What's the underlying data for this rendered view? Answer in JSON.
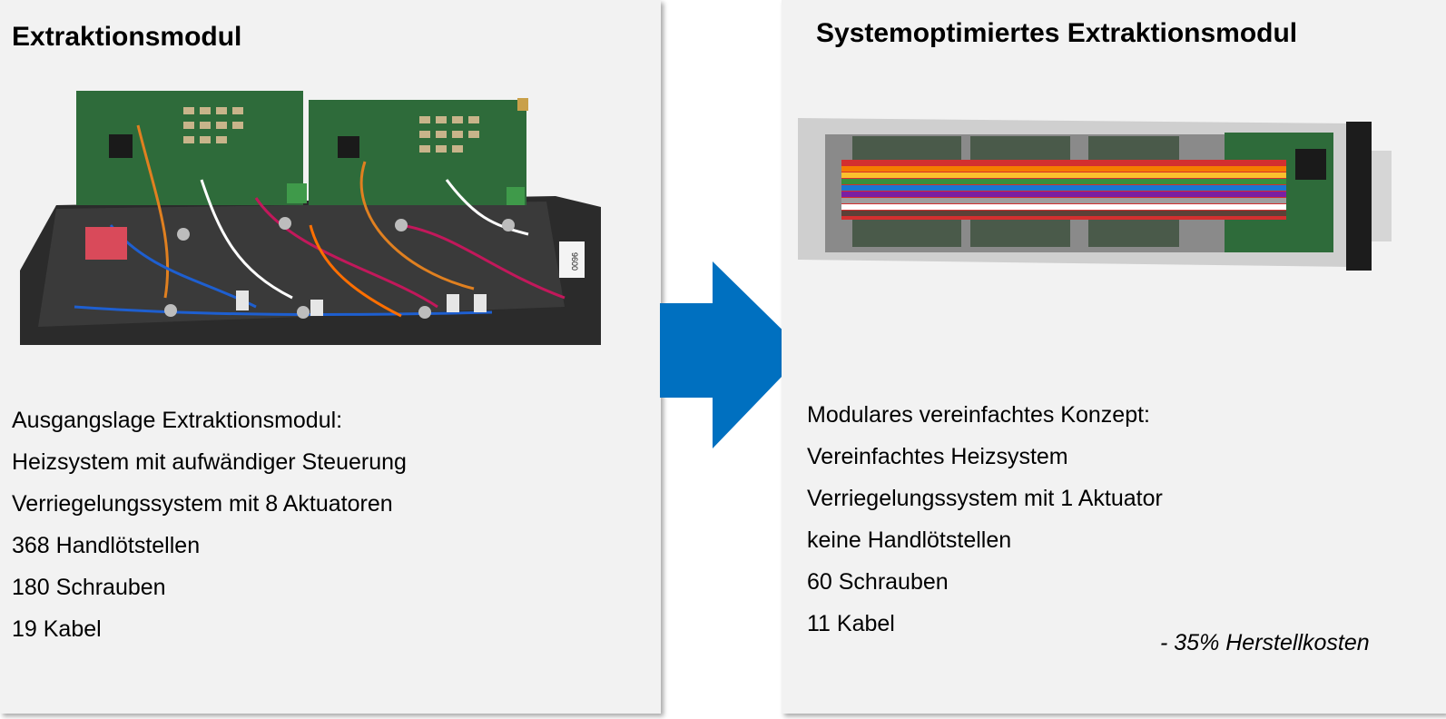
{
  "left": {
    "title": "Extraktionsmodul",
    "photo_label": "9600",
    "items": [
      "Ausgangslage Extraktionsmodul:",
      "Heizsystem mit aufwändiger Steuerung",
      "Verriegelungssystem mit 8 Aktuatoren",
      "368 Handlötstellen",
      "180 Schrauben",
      "19 Kabel"
    ]
  },
  "right": {
    "title": "Systemoptimiertes Extraktionsmodul",
    "items": [
      "Modulares vereinfachtes Konzept:",
      "Vereinfachtes Heizsystem",
      "Verriegelungssystem mit 1 Aktuator",
      "keine Handlötstellen",
      "60 Schrauben",
      "11 Kabel"
    ],
    "cost_note": "- 35% Herstellkosten"
  },
  "colors": {
    "panel_background": "#f2f2f2",
    "arrow": "#0070c0",
    "pcb_green": "#2e6b3a",
    "chassis": "#2b2b2b",
    "ribbon": [
      "#d32f2f",
      "#f57c00",
      "#fbc02d",
      "#388e3c",
      "#1976d2",
      "#7b1fa2",
      "#9e9e9e",
      "#ffffff",
      "#5d4037",
      "#000000"
    ]
  }
}
